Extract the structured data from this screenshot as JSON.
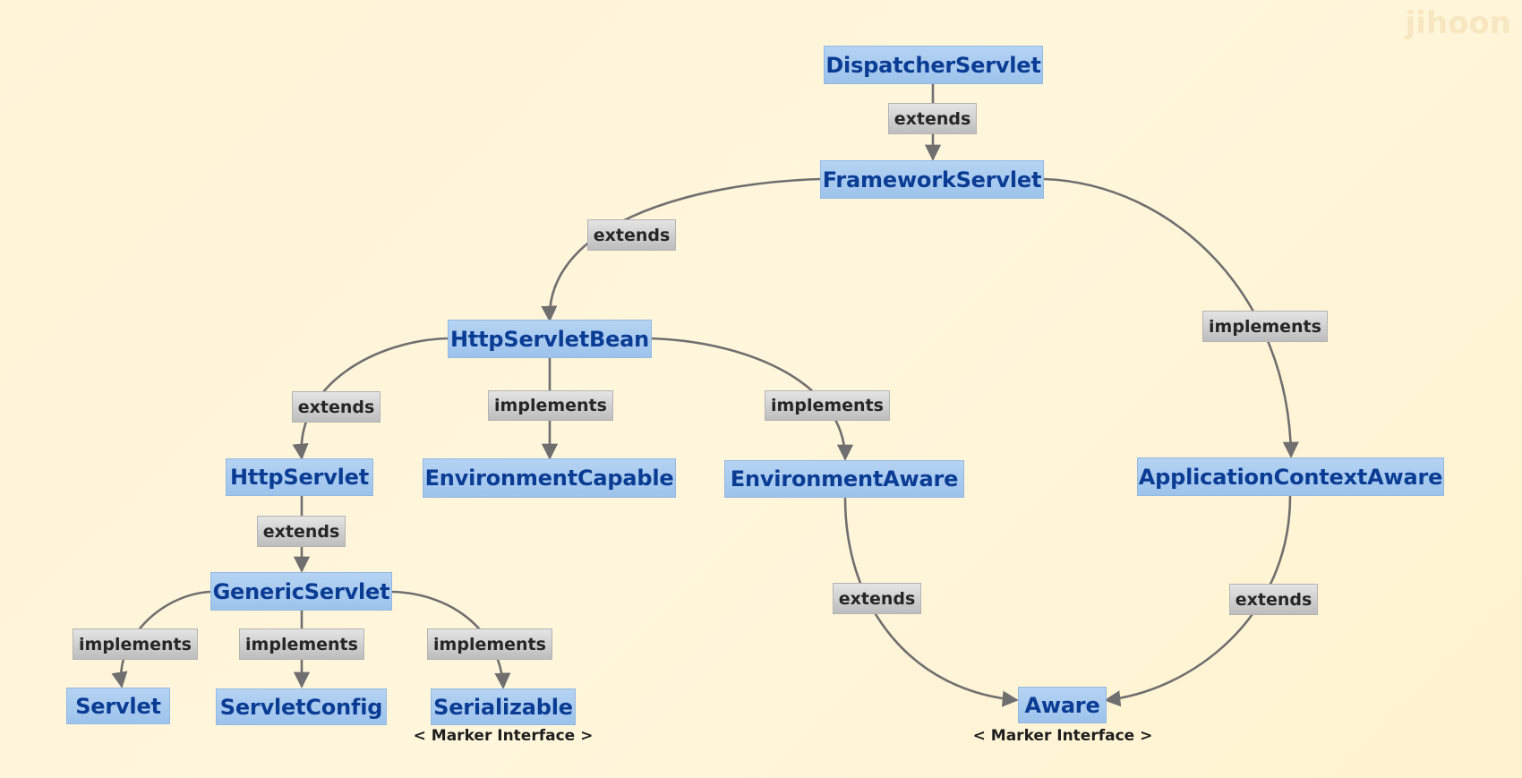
{
  "watermark": "jihoon",
  "nodes": {
    "dispatcher": "DispatcherServlet",
    "framework": "FrameworkServlet",
    "httpServletBean": "HttpServletBean",
    "httpServlet": "HttpServlet",
    "environmentCapable": "EnvironmentCapable",
    "environmentAware": "EnvironmentAware",
    "applicationContextAware": "ApplicationContextAware",
    "genericServlet": "GenericServlet",
    "servlet": "Servlet",
    "servletConfig": "ServletConfig",
    "serializable": "Serializable",
    "aware": "Aware"
  },
  "edges": {
    "dispatcher_framework": "extends",
    "framework_httpServletBean": "extends",
    "framework_applicationContextAware": "implements",
    "httpServletBean_httpServlet": "extends",
    "httpServletBean_environmentCapable": "implements",
    "httpServletBean_environmentAware": "implements",
    "httpServlet_genericServlet": "extends",
    "genericServlet_servlet": "implements",
    "genericServlet_servletConfig": "implements",
    "genericServlet_serializable": "implements",
    "environmentAware_aware": "extends",
    "applicationContextAware_aware": "extends"
  },
  "notes": {
    "serializable": "< Marker Interface >",
    "aware": "< Marker Interface >"
  },
  "colors": {
    "node_fill": "#a8cbef",
    "node_text": "#0b3c94",
    "tag_fill": "#cfcfcf",
    "tag_text": "#262626",
    "connector": "#6f6f6f",
    "background": "#fff5d9"
  }
}
